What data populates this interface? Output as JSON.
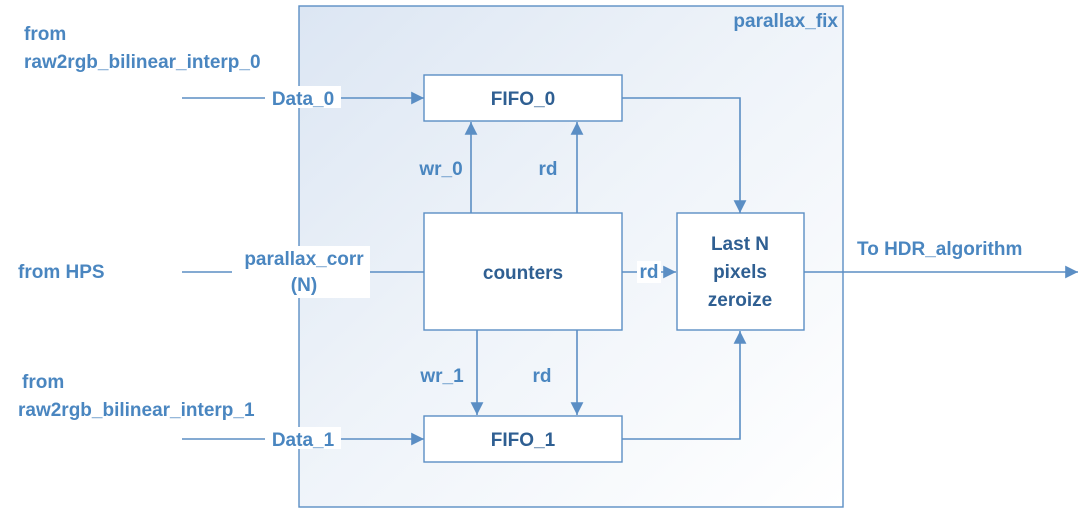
{
  "container": {
    "title": "parallax_fix"
  },
  "inputs": {
    "in0": {
      "line1": "from",
      "line2": "raw2rgb_bilinear_interp_0"
    },
    "hps": {
      "text": "from HPS"
    },
    "in1": {
      "line1": "from",
      "line2": "raw2rgb_bilinear_interp_1"
    }
  },
  "output": {
    "text": "To HDR_algorithm"
  },
  "blocks": {
    "fifo0": "FIFO_0",
    "fifo1": "FIFO_1",
    "counters": "counters",
    "zeroize": {
      "line1": "Last N",
      "line2": "pixels",
      "line3": "zeroize"
    }
  },
  "signals": {
    "data0": "Data_0",
    "data1": "Data_1",
    "parallax_corr": "parallax_corr",
    "parallax_n": "(N)",
    "wr0": "wr_0",
    "wr1": "wr_1",
    "rd_top": "rd",
    "rd_bottom": "rd",
    "rd_mid": "rd"
  },
  "colors": {
    "wire": "#5b8ec4",
    "label": "#4a86c0",
    "block_text": "#2f5f92"
  }
}
